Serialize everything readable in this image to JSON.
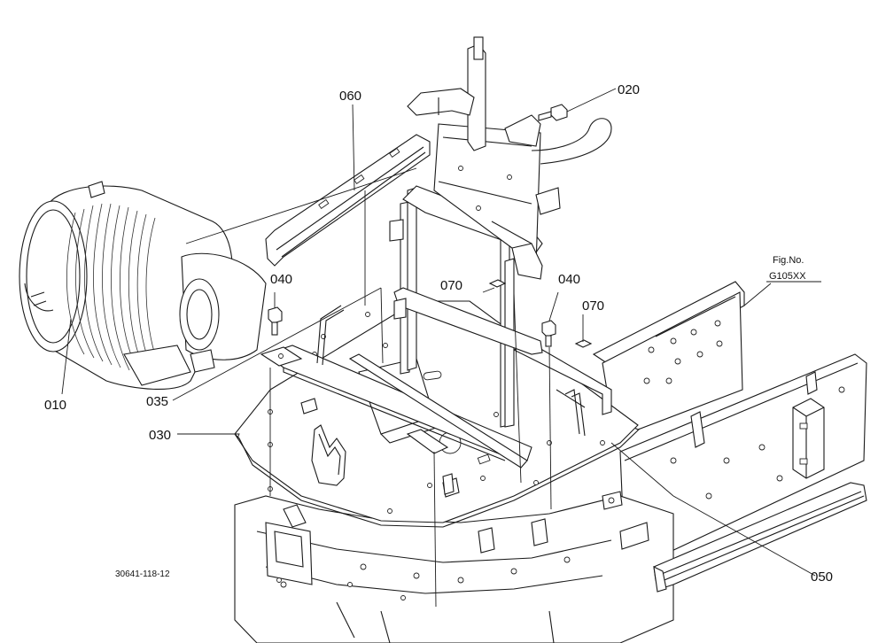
{
  "callouts": {
    "c010": "010",
    "c020": "020",
    "c030": "030",
    "c035": "035",
    "c040_left": "040",
    "c040_right": "040",
    "c050": "050",
    "c060": "060",
    "c070_left": "070",
    "c070_right": "070"
  },
  "reference": {
    "fig_label": "Fig.No.",
    "fig_number": "G105XX"
  },
  "drawing_code": "30641-118-12",
  "icons": {
    "air_cleaner": "air-cleaner-drawing",
    "seat_frame": "seat-frame-drawing",
    "floor_plate": "floor-plate-drawing",
    "chassis": "chassis-drawing"
  }
}
